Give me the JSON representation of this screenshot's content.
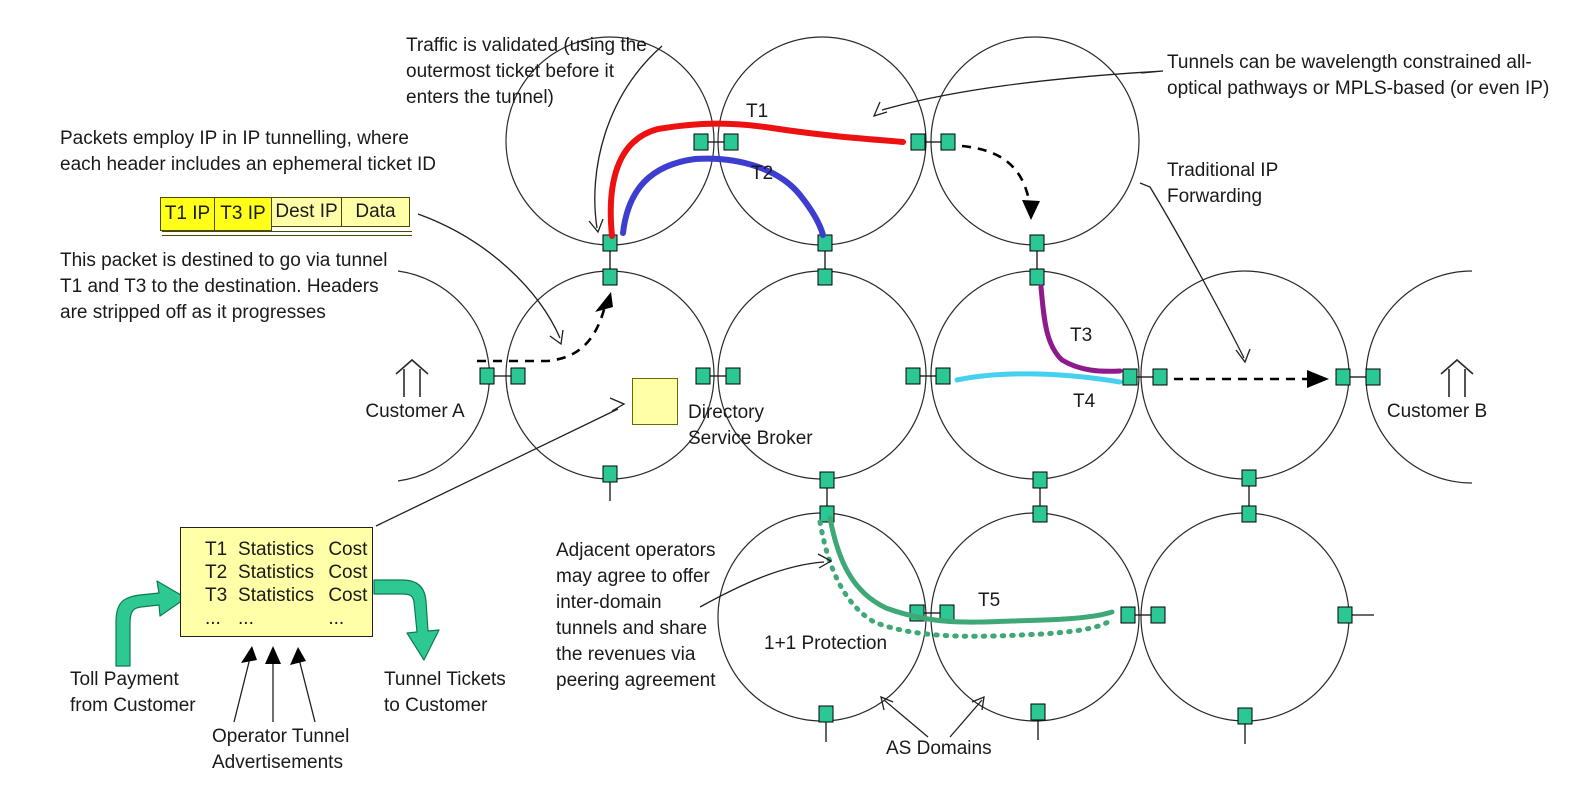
{
  "title": "Inter-domain tunnel ticketing diagram",
  "colors": {
    "tunnel_t1": "#ee1111",
    "tunnel_t2": "#3d3dcf",
    "tunnel_t3": "#8e1b8e",
    "tunnel_t4": "#45d0f0",
    "tunnel_t5": "#3fa877",
    "gateway": "#2bc795",
    "flow_arrow": "#2ec993",
    "flow_arrow_edge": "#0e7a52",
    "bright_yellow": "#ffff1a",
    "pale_yellow": "#ffffa8",
    "line": "#1f1f1f"
  },
  "notes": {
    "traffic_validated": "Traffic is validated (using the\noutermost ticket before it\nenters the tunnel)",
    "packets_employ": "Packets employ IP in IP tunnelling, where\neach header includes an ephemeral  ticket ID",
    "this_packet": "This packet is destined to go via tunnel\nT1 and T3 to the destination. Headers\nare stripped off as it progresses",
    "tunnels_wavelength": "Tunnels can be wavelength constrained all-\noptical pathways or MPLS-based (or even IP)",
    "traditional_ip": "Traditional IP\nForwarding",
    "adjacent_operators": "Adjacent operators\nmay agree to offer\ninter-domain\ntunnels and share\nthe revenues via\npeering agreement",
    "toll_payment": "Toll Payment\nfrom Customer",
    "tunnel_tickets": "Tunnel Tickets\nto Customer",
    "advertisements": "Operator Tunnel\nAdvertisements"
  },
  "labels": {
    "customer_a": "Customer A",
    "customer_b": "Customer B",
    "directory_broker": "Directory\nService Broker",
    "protection": "1+1 Protection",
    "as_domains": "AS Domains"
  },
  "tunnels": {
    "t1": "T1",
    "t2": "T2",
    "t3": "T3",
    "t4": "T4",
    "t5": "T5"
  },
  "packet": {
    "cells": [
      {
        "label": "T1 IP",
        "tone": "bright"
      },
      {
        "label": "T3 IP",
        "tone": "bright"
      },
      {
        "label": "Dest IP",
        "tone": "pale"
      },
      {
        "label": "Data",
        "tone": "pale"
      }
    ]
  },
  "broker_table": {
    "rows": [
      [
        "T1",
        "Statistics",
        "Cost"
      ],
      [
        "T2",
        "Statistics",
        "Cost"
      ],
      [
        "T3",
        "Statistics",
        "Cost"
      ],
      [
        "...",
        "...",
        "..."
      ]
    ]
  }
}
